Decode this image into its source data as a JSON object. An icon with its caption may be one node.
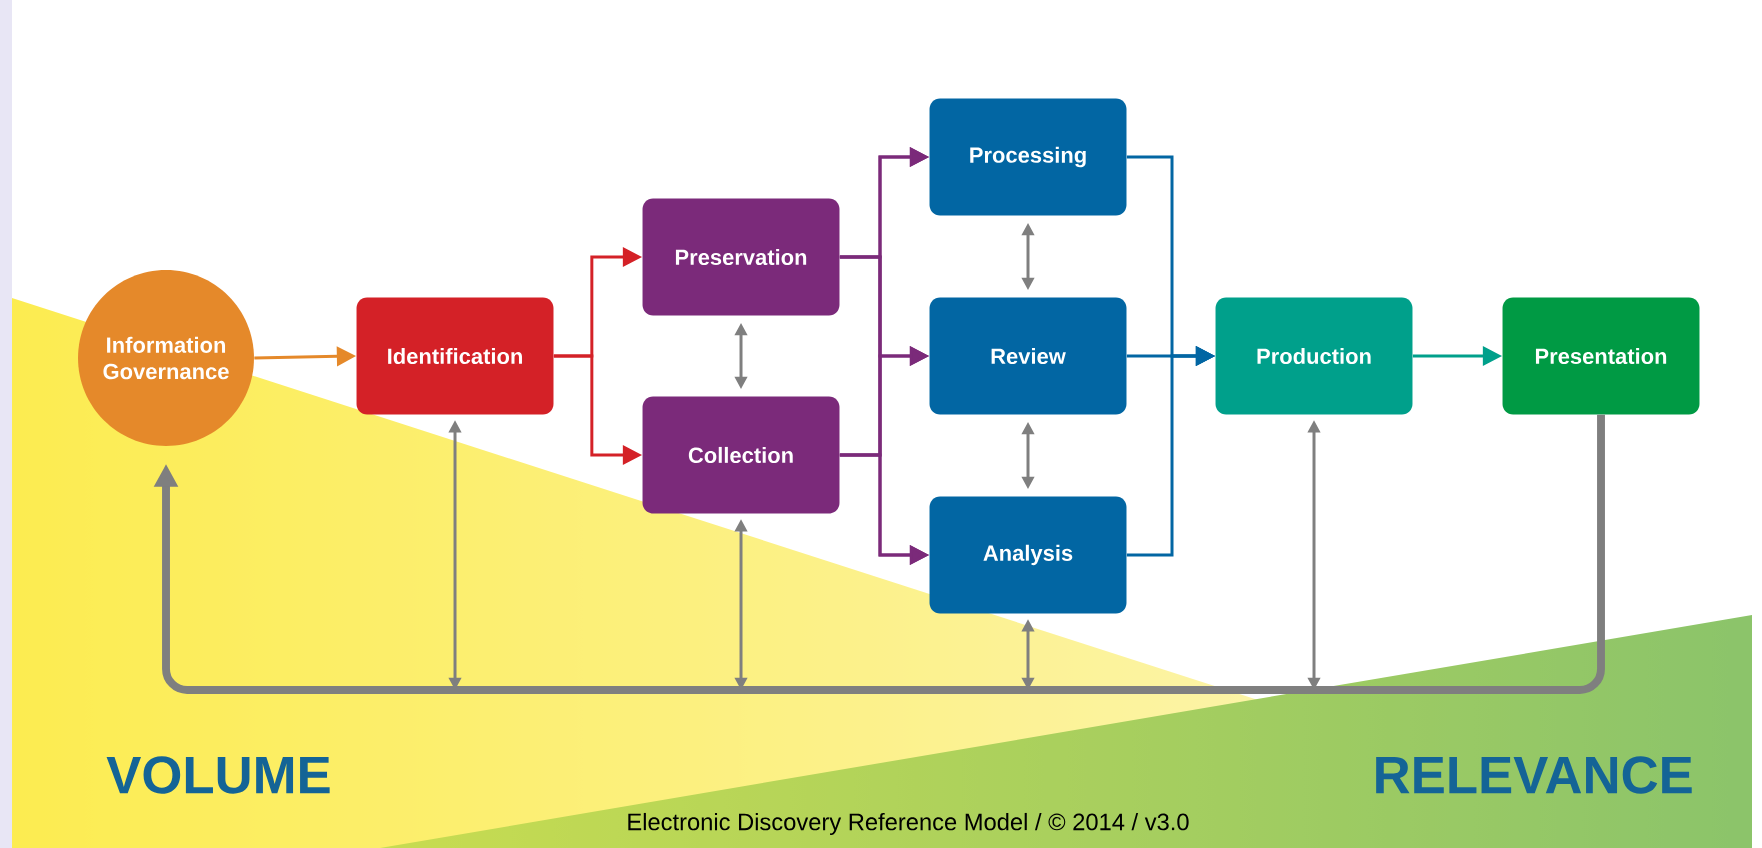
{
  "diagram": {
    "caption": "Electronic Discovery Reference Model / © 2014 / v3.0",
    "nodes": [
      {
        "text": [
          "Information Governance"
        ]
      },
      {
        "text": [
          "Identification"
        ]
      },
      {
        "text": [
          "Preservation"
        ]
      },
      {
        "text": [
          "Collection"
        ]
      },
      {
        "text": [
          "Processing"
        ]
      },
      {
        "text": [
          "Review"
        ]
      },
      {
        "text": [
          "Analysis"
        ]
      },
      {
        "text": [
          "Production"
        ]
      },
      {
        "text": [
          "Presentation"
        ]
      }
    ],
    "edges": [
      {
        "from": 0,
        "to": 1,
        "arrow": "to",
        "color": "#e5892a"
      },
      {
        "from": 1,
        "to": 2,
        "arrow": "to",
        "color": "#d42127"
      },
      {
        "from": 1,
        "to": 3,
        "arrow": "to",
        "color": "#d42127"
      },
      {
        "from": 2,
        "to": 4,
        "arrow": "to",
        "color": "#7b2a7a"
      },
      {
        "from": 2,
        "to": 5,
        "arrow": "to",
        "color": "#7b2a7a"
      },
      {
        "from": 2,
        "to": 6,
        "arrow": "to",
        "color": "#7b2a7a"
      },
      {
        "from": 3,
        "to": 4,
        "arrow": "to",
        "color": "#7b2a7a"
      },
      {
        "from": 3,
        "to": 5,
        "arrow": "to",
        "color": "#7b2a7a"
      },
      {
        "from": 3,
        "to": 6,
        "arrow": "to",
        "color": "#7b2a7a"
      },
      {
        "from": 4,
        "to": 7,
        "arrow": "to",
        "color": "#0266a3"
      },
      {
        "from": 5,
        "to": 7,
        "arrow": "to",
        "color": "#0266a3"
      },
      {
        "from": 6,
        "to": 7,
        "arrow": "to",
        "color": "#0266a3"
      },
      {
        "from": 7,
        "to": 8,
        "arrow": "to",
        "color": "#00a08b"
      },
      {
        "from": 2,
        "to": 3,
        "arrow": "both"
      },
      {
        "from": 4,
        "to": 5,
        "arrow": "both"
      },
      {
        "from": 5,
        "to": 6,
        "arrow": "both"
      },
      {
        "from": 8,
        "to": 0,
        "arrow": "to",
        "style": "thick"
      },
      {
        "from": null,
        "to": 1,
        "arrow": "both"
      },
      {
        "from": null,
        "to": 3,
        "arrow": "both"
      },
      {
        "from": null,
        "to": 6,
        "arrow": "both"
      },
      {
        "from": null,
        "to": 7,
        "arrow": "both"
      }
    ],
    "labels": [
      "VOLUME",
      "RELEVANCE"
    ]
  }
}
